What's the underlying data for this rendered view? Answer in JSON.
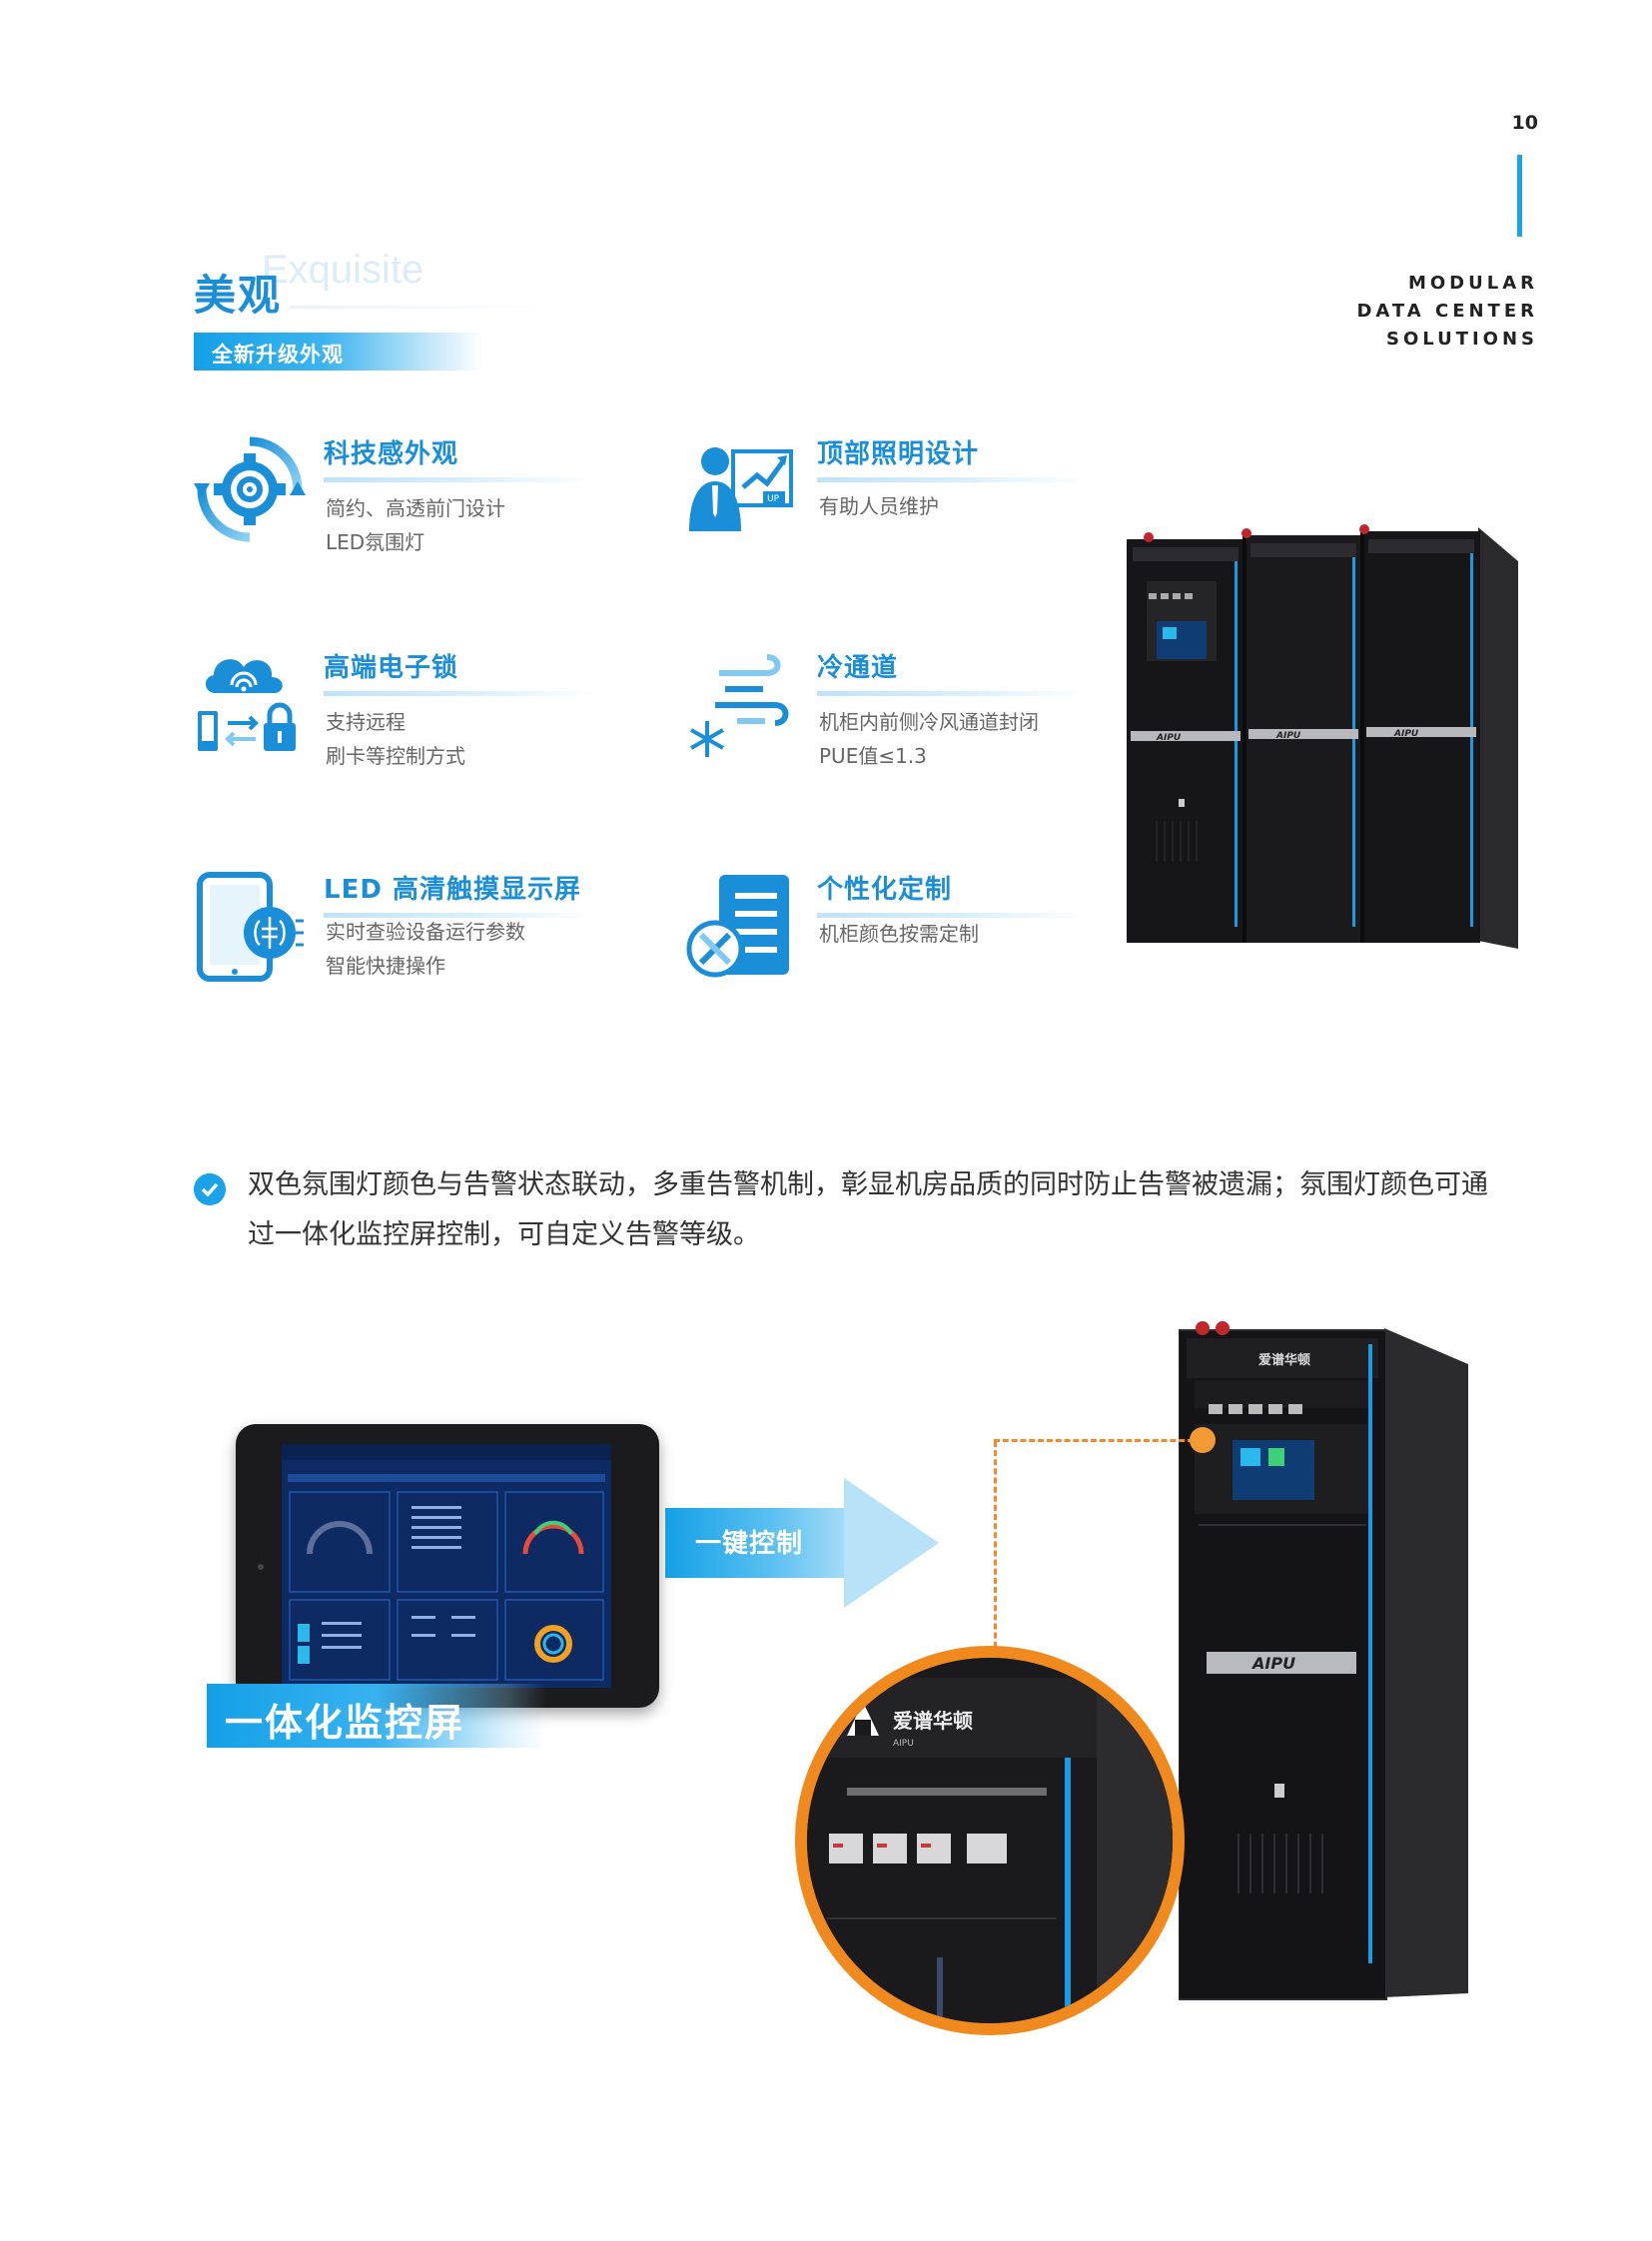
{
  "header": {
    "page_number": "10",
    "brand_lines": [
      "MODULAR",
      "DATA CENTER",
      "SOLUTIONS"
    ]
  },
  "section": {
    "title_cn": "美观",
    "title_en": "Exquisite",
    "subtitle": "全新升级外观"
  },
  "features": [
    {
      "title": "科技感外观",
      "lines": [
        "简约、高透前门设计",
        "LED氛围灯"
      ],
      "icon": "gear-cycle-icon"
    },
    {
      "title": "顶部照明设计",
      "lines": [
        "有助人员维护"
      ],
      "icon": "person-up-chart-icon"
    },
    {
      "title": "高端电子锁",
      "lines": [
        "支持远程",
        "刷卡等控制方式"
      ],
      "icon": "cloud-lock-icon"
    },
    {
      "title": "冷通道",
      "lines": [
        "机柜内前侧冷风通道封闭",
        "PUE值≤1.3"
      ],
      "icon": "wind-snowflake-icon"
    },
    {
      "title": "LED 高清触摸显示屏",
      "lines": [
        "实时查验设备运行参数",
        "智能快捷操作"
      ],
      "icon": "tablet-brain-icon"
    },
    {
      "title": "个性化定制",
      "lines": [
        "机柜颜色按需定制"
      ],
      "icon": "document-tools-icon"
    }
  ],
  "bullet": {
    "lines": [
      "双色氛围灯颜色与告警状态联动，多重告警机制，彰显机房品质的同时防止告警被遗漏；氛围灯颜色可通",
      "过一体化监控屏控制，可自定义告警等级。"
    ]
  },
  "tablet_label": "一体化监控屏",
  "arrow_label": "一键控制",
  "cabinet": {
    "logo": "AIPU",
    "logo_cn": "爱谱华顿",
    "logo_small": "AIPU"
  },
  "colors": {
    "accent": "#1a8fd8",
    "accent_bright": "#1aa3e8",
    "highlight": "#f08a1e",
    "cabinet": "#1c1c1e"
  }
}
